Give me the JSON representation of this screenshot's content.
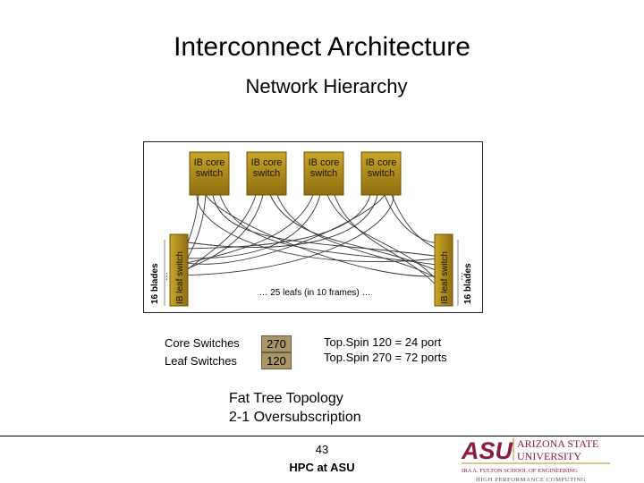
{
  "slide": {
    "title": "Interconnect Architecture",
    "subtitle": "Network Hierarchy"
  },
  "diagram": {
    "core_switches": [
      "IB core switch",
      "IB core switch",
      "IB core switch",
      "IB core switch"
    ],
    "leaf_left": "IB leaf switch",
    "leaf_right": "IB leaf switch",
    "blades_left": "16 blades",
    "blades_right": "16 blades",
    "ellipsis": "…",
    "leafs_caption": "… 25 leafs (in 10 frames) …",
    "colors": {
      "switch_gold": "#b8961e",
      "switch_dark": "#7a5f0c",
      "background": "#ffffff",
      "cable": "#333333"
    }
  },
  "counts": {
    "core_label": "Core Switches",
    "core_value": "270",
    "leaf_label": "Leaf Switches",
    "leaf_value": "120"
  },
  "notes": {
    "line1": "Top.Spin 120 = 24 port",
    "line2": "Top.Spin 270 = 72 ports"
  },
  "topology": {
    "line1": "Fat Tree Topology",
    "line2": "2-1 Oversubscription"
  },
  "footer": {
    "page_number": "43",
    "label": "HPC at ASU"
  },
  "logo": {
    "initials": "ASU",
    "line1": "ARIZONA STATE",
    "line2": "UNIVERSITY",
    "school": "IRA A. FULTON SCHOOL OF ENGINEERING",
    "dept": "HIGH PERFORMANCE COMPUTING",
    "colors": {
      "maroon": "#8c1d40",
      "gold": "#b08c2c"
    }
  }
}
